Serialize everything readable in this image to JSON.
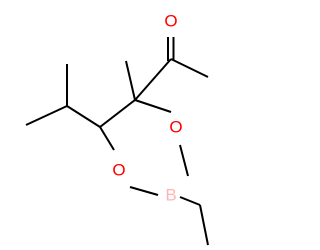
{
  "molecule": {
    "atoms": {
      "carbonyl_oxygen": {
        "symbol": "O",
        "color": "#ff0000"
      },
      "ring_oxygen_upper": {
        "symbol": "O",
        "color": "#ff0000"
      },
      "ring_oxygen_lower": {
        "symbol": "O",
        "color": "#ff0000"
      },
      "boron": {
        "symbol": "B",
        "color": "#ffb5b5"
      }
    },
    "bond_color": "#000000"
  }
}
